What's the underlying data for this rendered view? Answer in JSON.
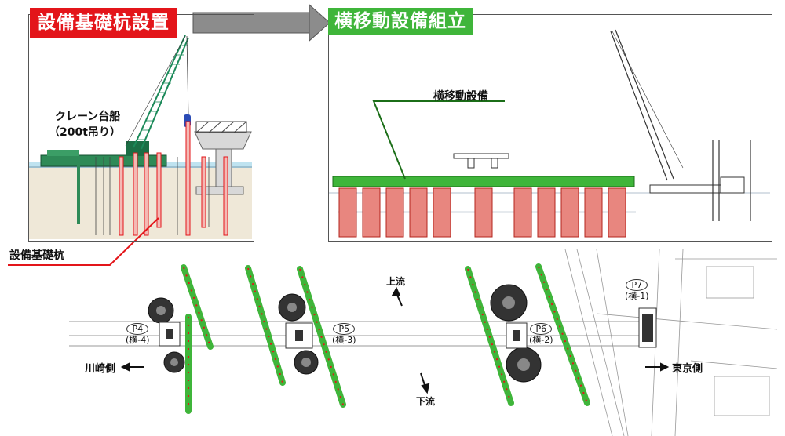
{
  "left_panel": {
    "tag": "設備基礎杭設置",
    "crane_label_1": "クレーン台船",
    "crane_label_2": "（200t吊り）"
  },
  "right_panel": {
    "tag": "横移動設備組立",
    "equipment_label": "横移動設備"
  },
  "foundation_pile_label": "設備基礎杭",
  "plan": {
    "piers": [
      {
        "id": "P4",
        "sub": "(横-4)"
      },
      {
        "id": "P5",
        "sub": "(横-3)"
      },
      {
        "id": "P6",
        "sub": "(横-2)"
      },
      {
        "id": "P7",
        "sub": "(横-1)"
      }
    ],
    "upstream": "上流",
    "downstream": "下流",
    "kawasaki_side": "川崎側",
    "tokyo_side": "東京側"
  },
  "colors": {
    "red": "#e3151a",
    "green": "#3fb53a",
    "pile_red": "#e8867f",
    "crane_green": "#1c8a5a"
  }
}
